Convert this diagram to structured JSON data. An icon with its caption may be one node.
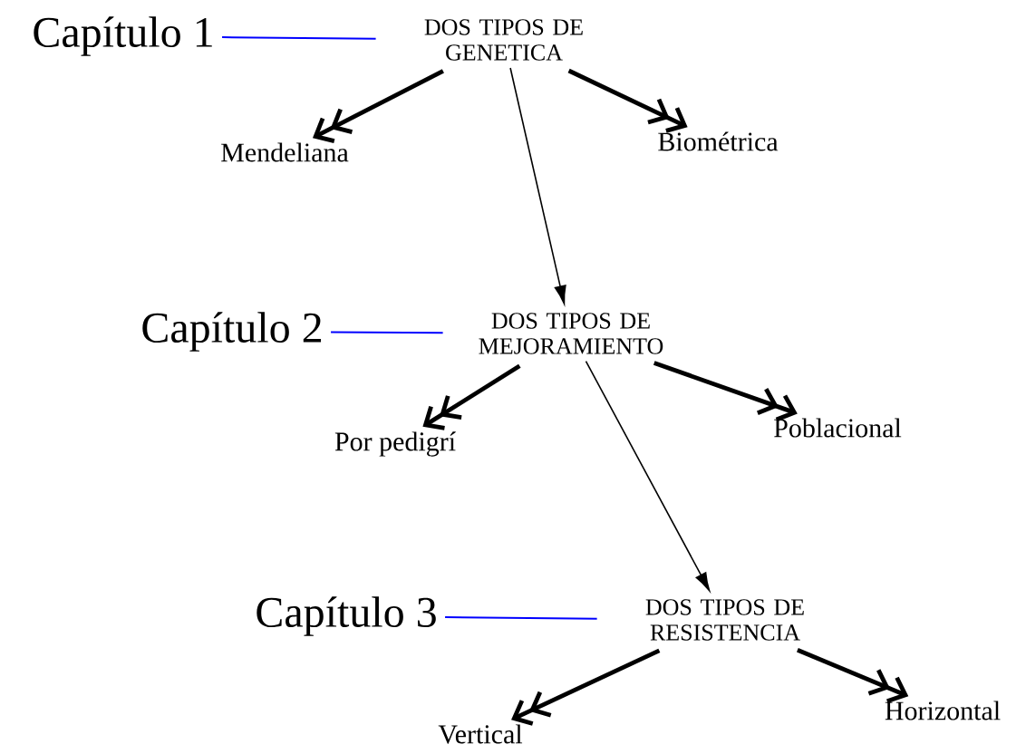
{
  "diagram": {
    "nodes": [
      {
        "text": [
          "Capítulo 1"
        ]
      },
      {
        "text": [
          "DOS TIPOS DE GENETICA"
        ]
      },
      {
        "text": [
          "Mendeliana"
        ]
      },
      {
        "text": [
          "Biométrica"
        ]
      },
      {
        "text": [
          "Capítulo 2"
        ]
      },
      {
        "text": [
          "DOS TIPOS DE MEJORAMIENTO"
        ]
      },
      {
        "text": [
          "Por pedigrí"
        ]
      },
      {
        "text": [
          "Poblacional"
        ]
      },
      {
        "text": [
          "Capítulo 3"
        ]
      },
      {
        "text": [
          "DOS TIPOS DE RESISTENCIA"
        ]
      },
      {
        "text": [
          "Vertical"
        ]
      },
      {
        "text": [
          "Horizontal"
        ]
      }
    ],
    "edges": [
      {
        "from": 0,
        "to": 1,
        "arrow": "none",
        "color": "#0000ff"
      },
      {
        "from": 1,
        "to": 2,
        "arrow": "to"
      },
      {
        "from": 1,
        "to": 3,
        "arrow": "to"
      },
      {
        "from": 1,
        "to": 5,
        "arrow": "to"
      },
      {
        "from": 4,
        "to": 5,
        "arrow": "none",
        "color": "#0000ff"
      },
      {
        "from": 5,
        "to": 6,
        "arrow": "to"
      },
      {
        "from": 5,
        "to": 7,
        "arrow": "to"
      },
      {
        "from": 5,
        "to": 9,
        "arrow": "to"
      },
      {
        "from": 8,
        "to": 9,
        "arrow": "none",
        "color": "#0000ff"
      },
      {
        "from": 9,
        "to": 10,
        "arrow": "to"
      },
      {
        "from": 9,
        "to": 11,
        "arrow": "to"
      }
    ]
  }
}
